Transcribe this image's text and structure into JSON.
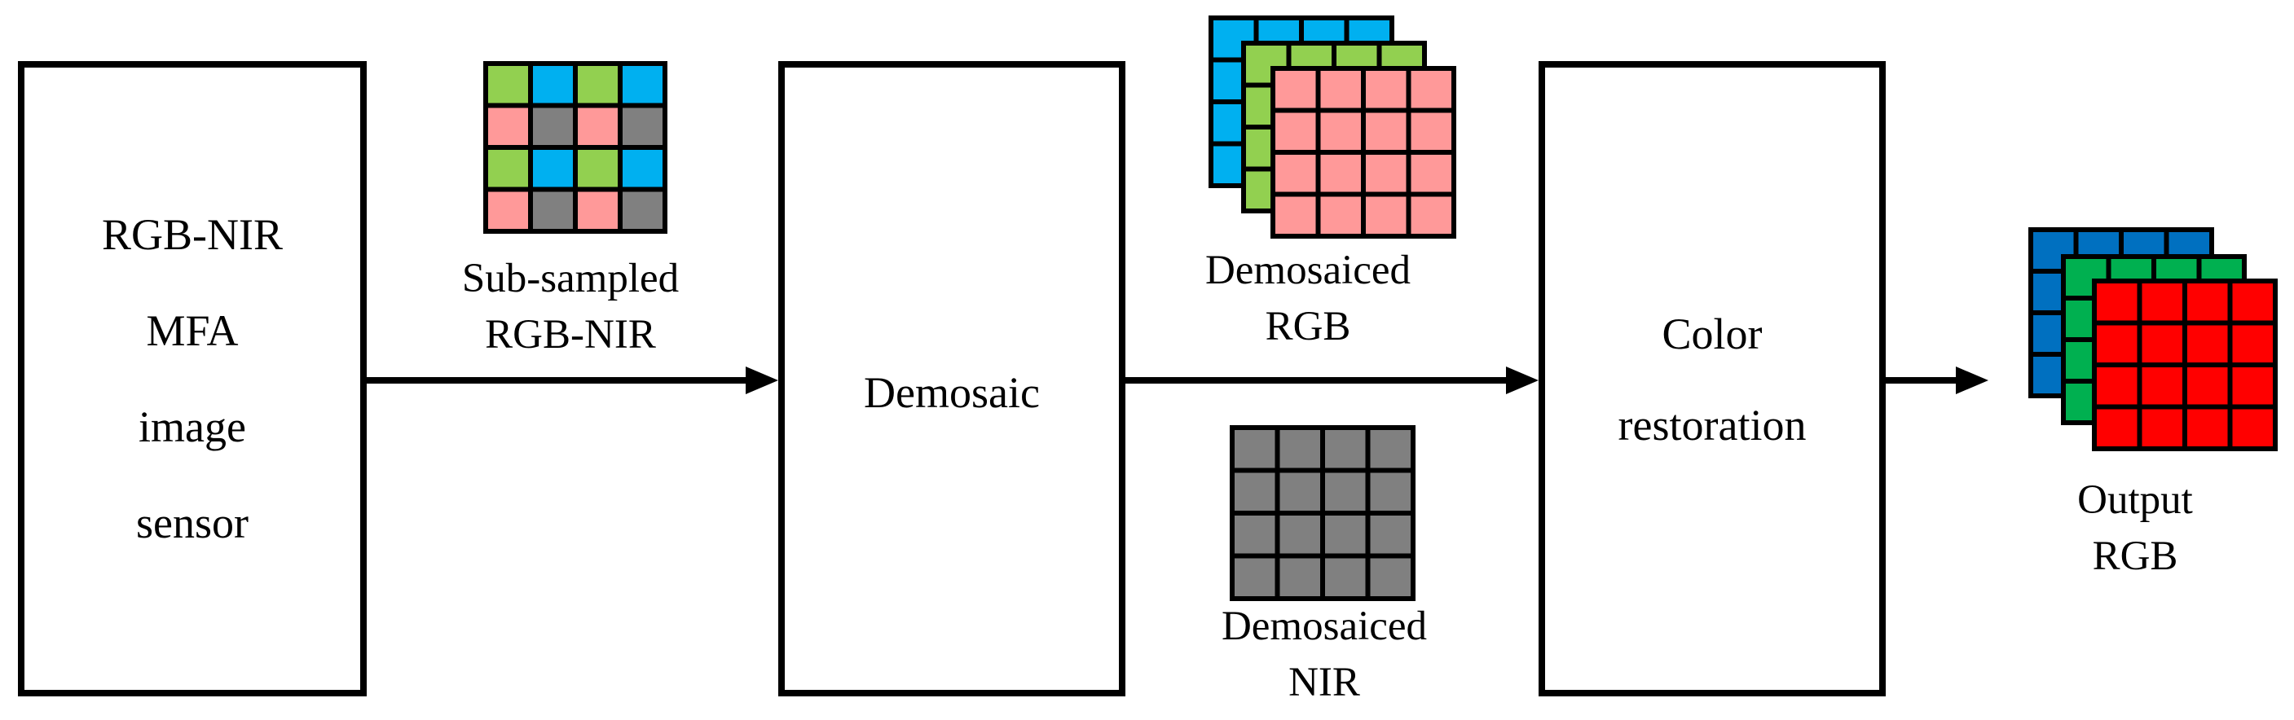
{
  "blocks": {
    "sensor": {
      "lines": [
        "RGB-NIR",
        "MFA",
        "image",
        "sensor"
      ]
    },
    "demosaic": {
      "lines": [
        "Demosaic"
      ]
    },
    "color_restoration": {
      "lines": [
        "Color",
        "restoration"
      ]
    }
  },
  "labels": {
    "subsampled": {
      "lines": [
        "Sub-sampled",
        "RGB-NIR"
      ]
    },
    "demosaiced_rgb": {
      "lines": [
        "Demosaiced",
        "RGB"
      ]
    },
    "demosaiced_nir": {
      "lines": [
        "Demosaiced",
        "NIR"
      ]
    },
    "output_rgb": {
      "lines": [
        "Output",
        "RGB"
      ]
    }
  },
  "colors": {
    "mfa_green": "#92d050",
    "mfa_blue": "#00b0f0",
    "mfa_pink": "#ff9999",
    "mfa_gray": "#808080",
    "out_blue": "#0070c0",
    "out_green": "#00b050",
    "out_red": "#ff0000"
  },
  "mosaic_pattern": [
    [
      "green",
      "blue",
      "green",
      "blue"
    ],
    [
      "pink",
      "gray",
      "pink",
      "gray"
    ],
    [
      "green",
      "blue",
      "green",
      "blue"
    ],
    [
      "pink",
      "gray",
      "pink",
      "gray"
    ]
  ]
}
